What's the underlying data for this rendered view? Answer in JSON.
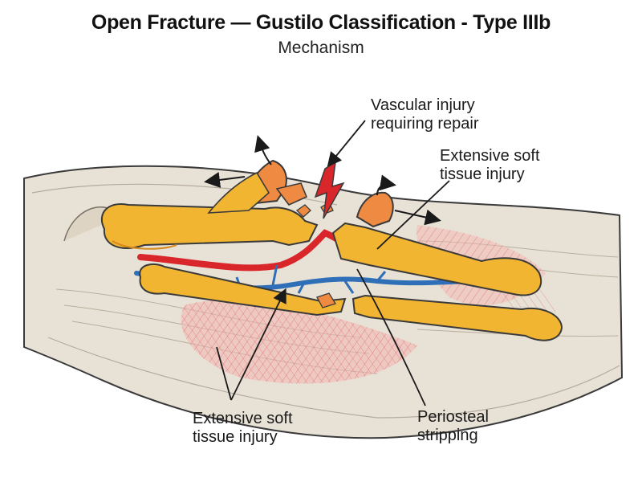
{
  "title": "Open Fracture — Gustilo Classification - Type IIIb",
  "subtitle": "Mechanism",
  "labels": {
    "vascular": [
      "Vascular injury",
      "requiring repair"
    ],
    "soft_tissue_top": [
      "Extensive soft",
      "tissue injury"
    ],
    "soft_tissue_bottom": [
      "Extensive soft",
      "tissue injury"
    ],
    "periosteal": [
      "Periosteal",
      "stripping"
    ]
  },
  "colors": {
    "bone": "#f2b531",
    "bone_dark": "#d8891c",
    "bone_fragment": "#ef8a43",
    "artery": "#d8262b",
    "vein": "#2f6fb8",
    "skin": "#e8e1d6",
    "muscle_injury": "#e76a6a",
    "outline": "#3a3a3a"
  },
  "icons": [
    "arrow-left",
    "arrow-right",
    "arrow-up-curved"
  ]
}
